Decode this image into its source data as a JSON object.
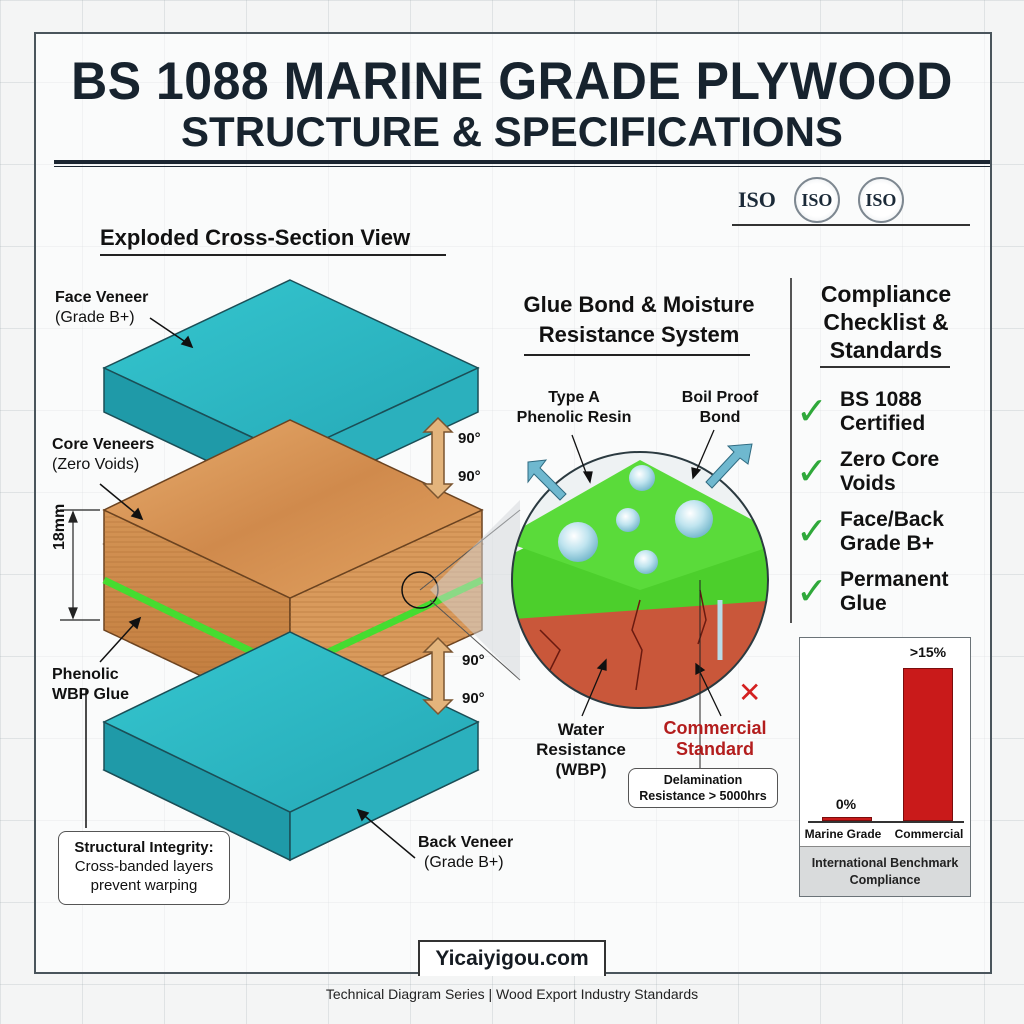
{
  "header": {
    "title_line1": "BS 1088 MARINE GRADE PLYWOOD",
    "title_line2": "STRUCTURE & SPECIFICATIONS"
  },
  "certifications": {
    "logos": [
      {
        "label": "ISO",
        "icon": "iso-wordmark-icon"
      },
      {
        "label": "ISO",
        "icon": "iso-globe-seal-icon"
      },
      {
        "label": "ISO",
        "icon": "iso-globe-seal-icon"
      }
    ]
  },
  "exploded_view": {
    "title": "Exploded Cross-Section View",
    "layers": {
      "face_veneer": {
        "name": "Face Veneer",
        "detail": "(Grade B+)",
        "color": "#2fb8c4"
      },
      "core_veneers": {
        "name": "Core Veneers",
        "detail": "(Zero Voids)",
        "color": "#d89a5a"
      },
      "glue": {
        "name": "Phenolic",
        "name2": "WBP Glue",
        "color": "#44d830"
      },
      "back_veneer": {
        "name": "Back Veneer",
        "detail": "(Grade B+)",
        "color": "#2fb8c4"
      }
    },
    "thickness": "18mm",
    "angles": [
      "90°",
      "90°",
      "90°",
      "90°"
    ],
    "integrity_callout": {
      "title": "Structural Integrity:",
      "line1": "Cross-banded layers",
      "line2": "prevent warping"
    }
  },
  "glue_system": {
    "title_line1": "Glue Bond & Moisture",
    "title_line2": "Resistance System",
    "labels": {
      "resin_line1": "Type A",
      "resin_line2": "Phenolic Resin",
      "boil_line1": "Boil Proof",
      "boil_line2": "Bond",
      "water_line1": "Water",
      "water_line2": "Resistance",
      "water_line3": "(WBP)",
      "commercial_line1": "Commercial",
      "commercial_line2": "Standard",
      "fail_icon": "✕"
    },
    "delamination": {
      "line1": "Delamination",
      "line2": "Resistance > 5000hrs"
    }
  },
  "compliance": {
    "title_line1": "Compliance",
    "title_line2": "Checklist &",
    "title_line3": "Standards",
    "items": [
      {
        "line1": "BS 1088",
        "line2": "Certified",
        "icon": "✓"
      },
      {
        "line1": "Zero Core",
        "line2": "Voids",
        "icon": "✓"
      },
      {
        "line1": "Face/Back",
        "line2": "Grade B+",
        "icon": "✓"
      },
      {
        "line1": "Permanent",
        "line2": "Glue",
        "icon": "✓"
      }
    ]
  },
  "chart_data": {
    "type": "bar",
    "title": "International Benchmark Compliance",
    "categories": [
      "Marine Grade",
      "Commercial"
    ],
    "values": [
      0,
      15
    ],
    "value_labels": [
      "0%",
      ">15%"
    ],
    "xlabel": "",
    "ylabel": "",
    "ylim": [
      0,
      16
    ],
    "grid": false,
    "colors": [
      "#c91a1a",
      "#c91a1a"
    ]
  },
  "branding": {
    "site": "Yicaiyigou.com",
    "footer": "Technical Diagram Series | Wood Export Industry Standards"
  }
}
